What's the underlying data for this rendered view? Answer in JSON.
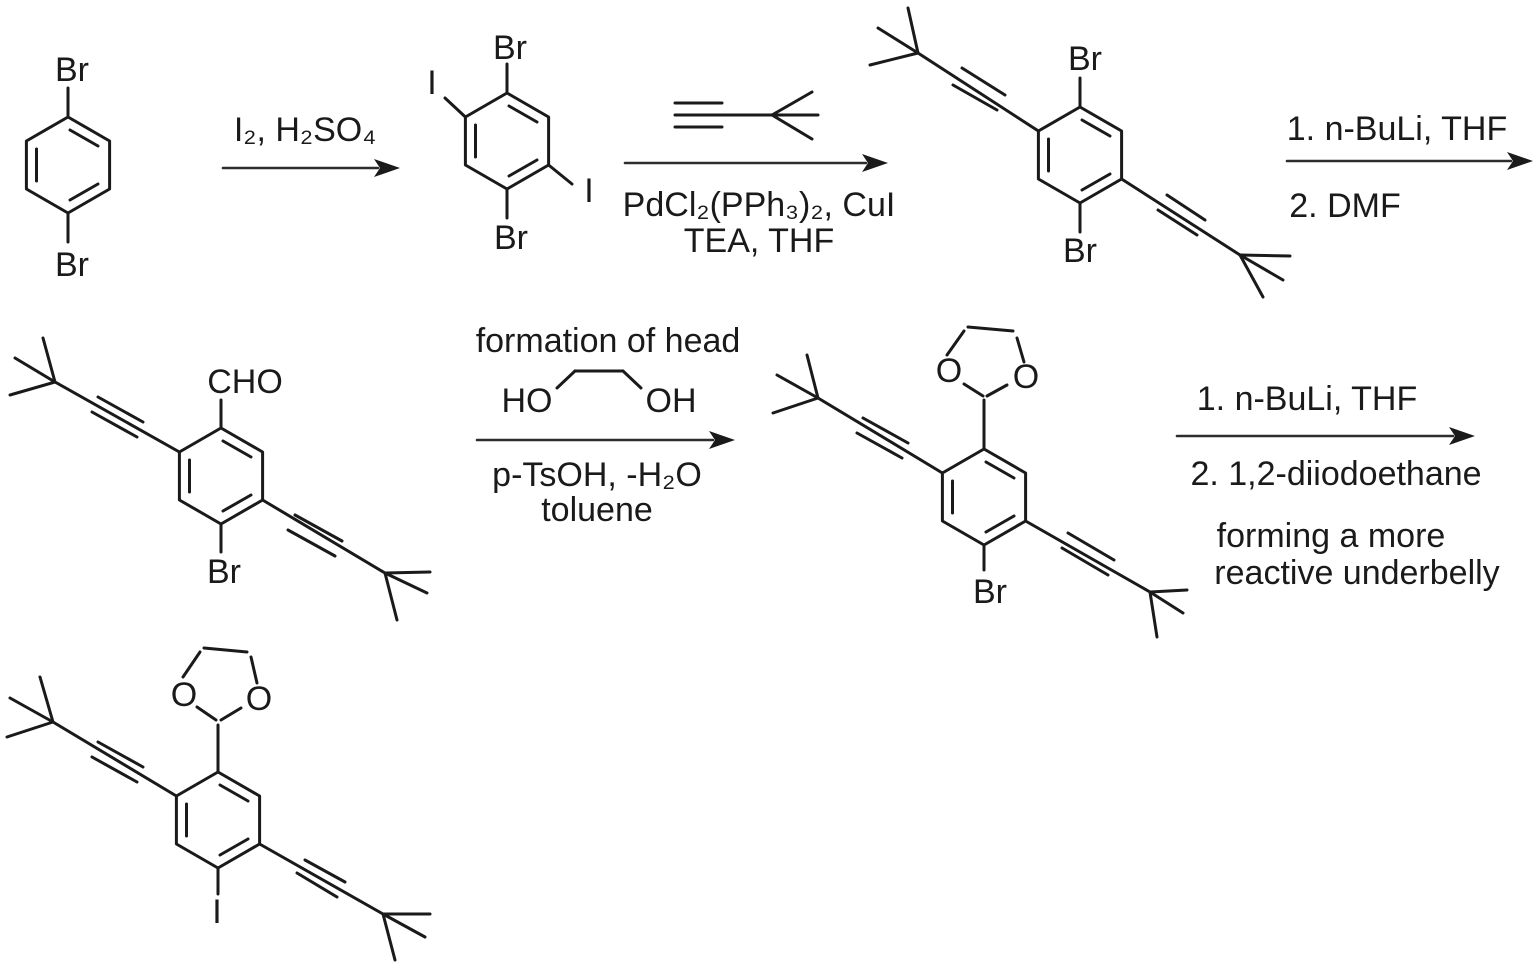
{
  "scheme": {
    "background": "#ffffff",
    "ink_color": "#1a1a1a"
  },
  "molecules": {
    "m1_dibromobenzene": {
      "br_top": "Br",
      "br_bottom": "Br"
    },
    "m2_dibromodiiodobenzene": {
      "br_top": "Br",
      "i_upper_left": "I",
      "i_lower_right": "I",
      "br_bottom": "Br"
    },
    "m3_dibromo_dialkynylbenzene": {
      "br_top": "Br",
      "br_bottom": "Br"
    },
    "m4_aldehyde_bromide": {
      "cho": "CHO",
      "br": "Br"
    },
    "ethylene_glycol": {
      "ho": "HO",
      "oh": "OH"
    },
    "m5_acetal_bromide": {
      "o_left": "O",
      "o_right": "O",
      "br": "Br"
    },
    "m6_acetal_iodide": {
      "o_left": "O",
      "o_right": "O",
      "i": "I"
    }
  },
  "steps": {
    "step1": {
      "above": "I₂, H₂SO₄"
    },
    "step2": {
      "below_line1": "PdCl₂(PPh₃)₂, CuI",
      "below_line2": "TEA, THF"
    },
    "step3": {
      "above": "1. n-BuLi, THF",
      "below": "2. DMF"
    },
    "step4": {
      "above": "formation of head",
      "below_line1": "p-TsOH, -H₂O",
      "below_line2": "toluene"
    },
    "step5": {
      "above": "1. n-BuLi, THF",
      "below": "2. 1,2-diiodoethane",
      "note_line1": "forming a more",
      "note_line2": "reactive underbelly"
    }
  }
}
